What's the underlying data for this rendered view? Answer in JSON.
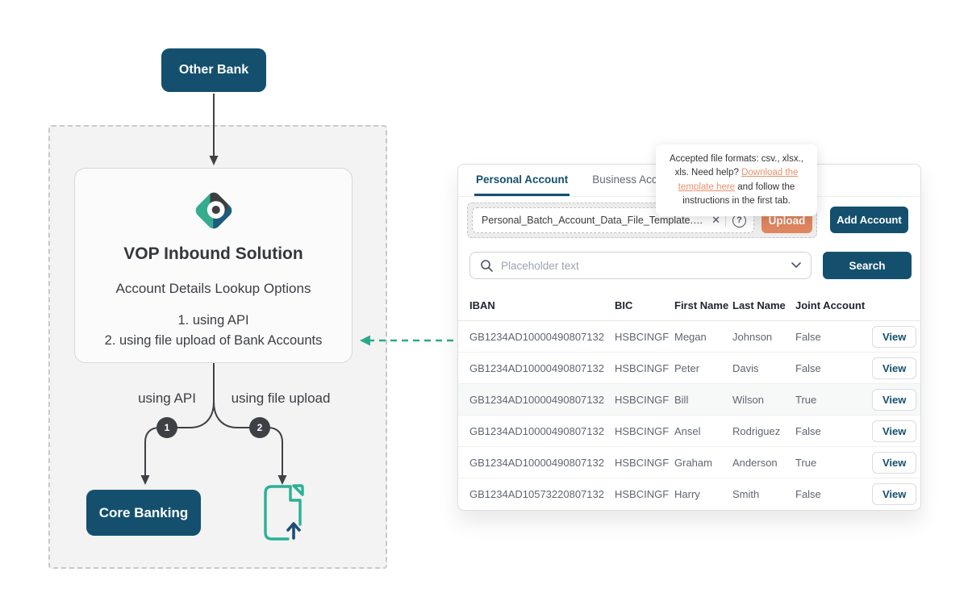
{
  "diagram": {
    "other_bank_label": "Other Bank",
    "solution": {
      "title": "VOP Inbound Solution",
      "subtitle": "Account Details Lookup Options",
      "options": [
        "1. using API",
        "2. using file upload of Bank Accounts"
      ]
    },
    "branches": [
      {
        "number": "1",
        "label": "using API",
        "target": "Core Banking"
      },
      {
        "number": "2",
        "label": "using file upload",
        "target": "file upload icon"
      }
    ],
    "core_banking_label": "Core Banking"
  },
  "panel": {
    "tabs": [
      {
        "label": "Personal Account",
        "active": true
      },
      {
        "label": "Business Account",
        "active": false
      }
    ],
    "tooltip": {
      "text_before": "Accepted file formats: csv., xlsx., xls. Need help? ",
      "link_text": "Download the template here",
      "text_after": " and follow the instructions in the first tab."
    },
    "upload": {
      "filename": "Personal_Batch_Account_Data_File_Template.csv",
      "upload_label": "Upload",
      "add_account_label": "Add Account"
    },
    "search": {
      "placeholder": "Placeholder text",
      "button_label": "Search"
    },
    "table": {
      "columns": [
        "IBAN",
        "BIC",
        "First Name",
        "Last Name",
        "Joint Account"
      ],
      "view_label": "View",
      "rows": [
        {
          "iban": "GB1234AD10000490807132",
          "bic": "HSBCINGF",
          "first_name": "Megan",
          "last_name": "Johnson",
          "joint_account": "False",
          "highlighted": false
        },
        {
          "iban": "GB1234AD10000490807132",
          "bic": "HSBCINGF",
          "first_name": "Peter",
          "last_name": "Davis",
          "joint_account": "False",
          "highlighted": false
        },
        {
          "iban": "GB1234AD10000490807132",
          "bic": "HSBCINGF",
          "first_name": "Bill",
          "last_name": "Wilson",
          "joint_account": "True",
          "highlighted": true
        },
        {
          "iban": "GB1234AD10000490807132",
          "bic": "HSBCINGF",
          "first_name": "Ansel",
          "last_name": "Rodriguez",
          "joint_account": "False",
          "highlighted": false
        },
        {
          "iban": "GB1234AD10000490807132",
          "bic": "HSBCINGF",
          "first_name": "Graham",
          "last_name": "Anderson",
          "joint_account": "True",
          "highlighted": false
        },
        {
          "iban": "GB1234AD10573220807132",
          "bic": "HSBCINGF",
          "first_name": "Harry",
          "last_name": "Smith",
          "joint_account": "False",
          "highlighted": false
        }
      ]
    }
  },
  "icons": {
    "clear": "✕",
    "help": "?"
  },
  "colors": {
    "navy": "#14506E",
    "salmon": "#E0875F",
    "teal_arrow": "#2BA98A",
    "logo_teal": "#35AC8D",
    "logo_blue": "#1D5C7E",
    "logo_gray": "#3E3E3E",
    "link_salmon": "#E8916B"
  }
}
